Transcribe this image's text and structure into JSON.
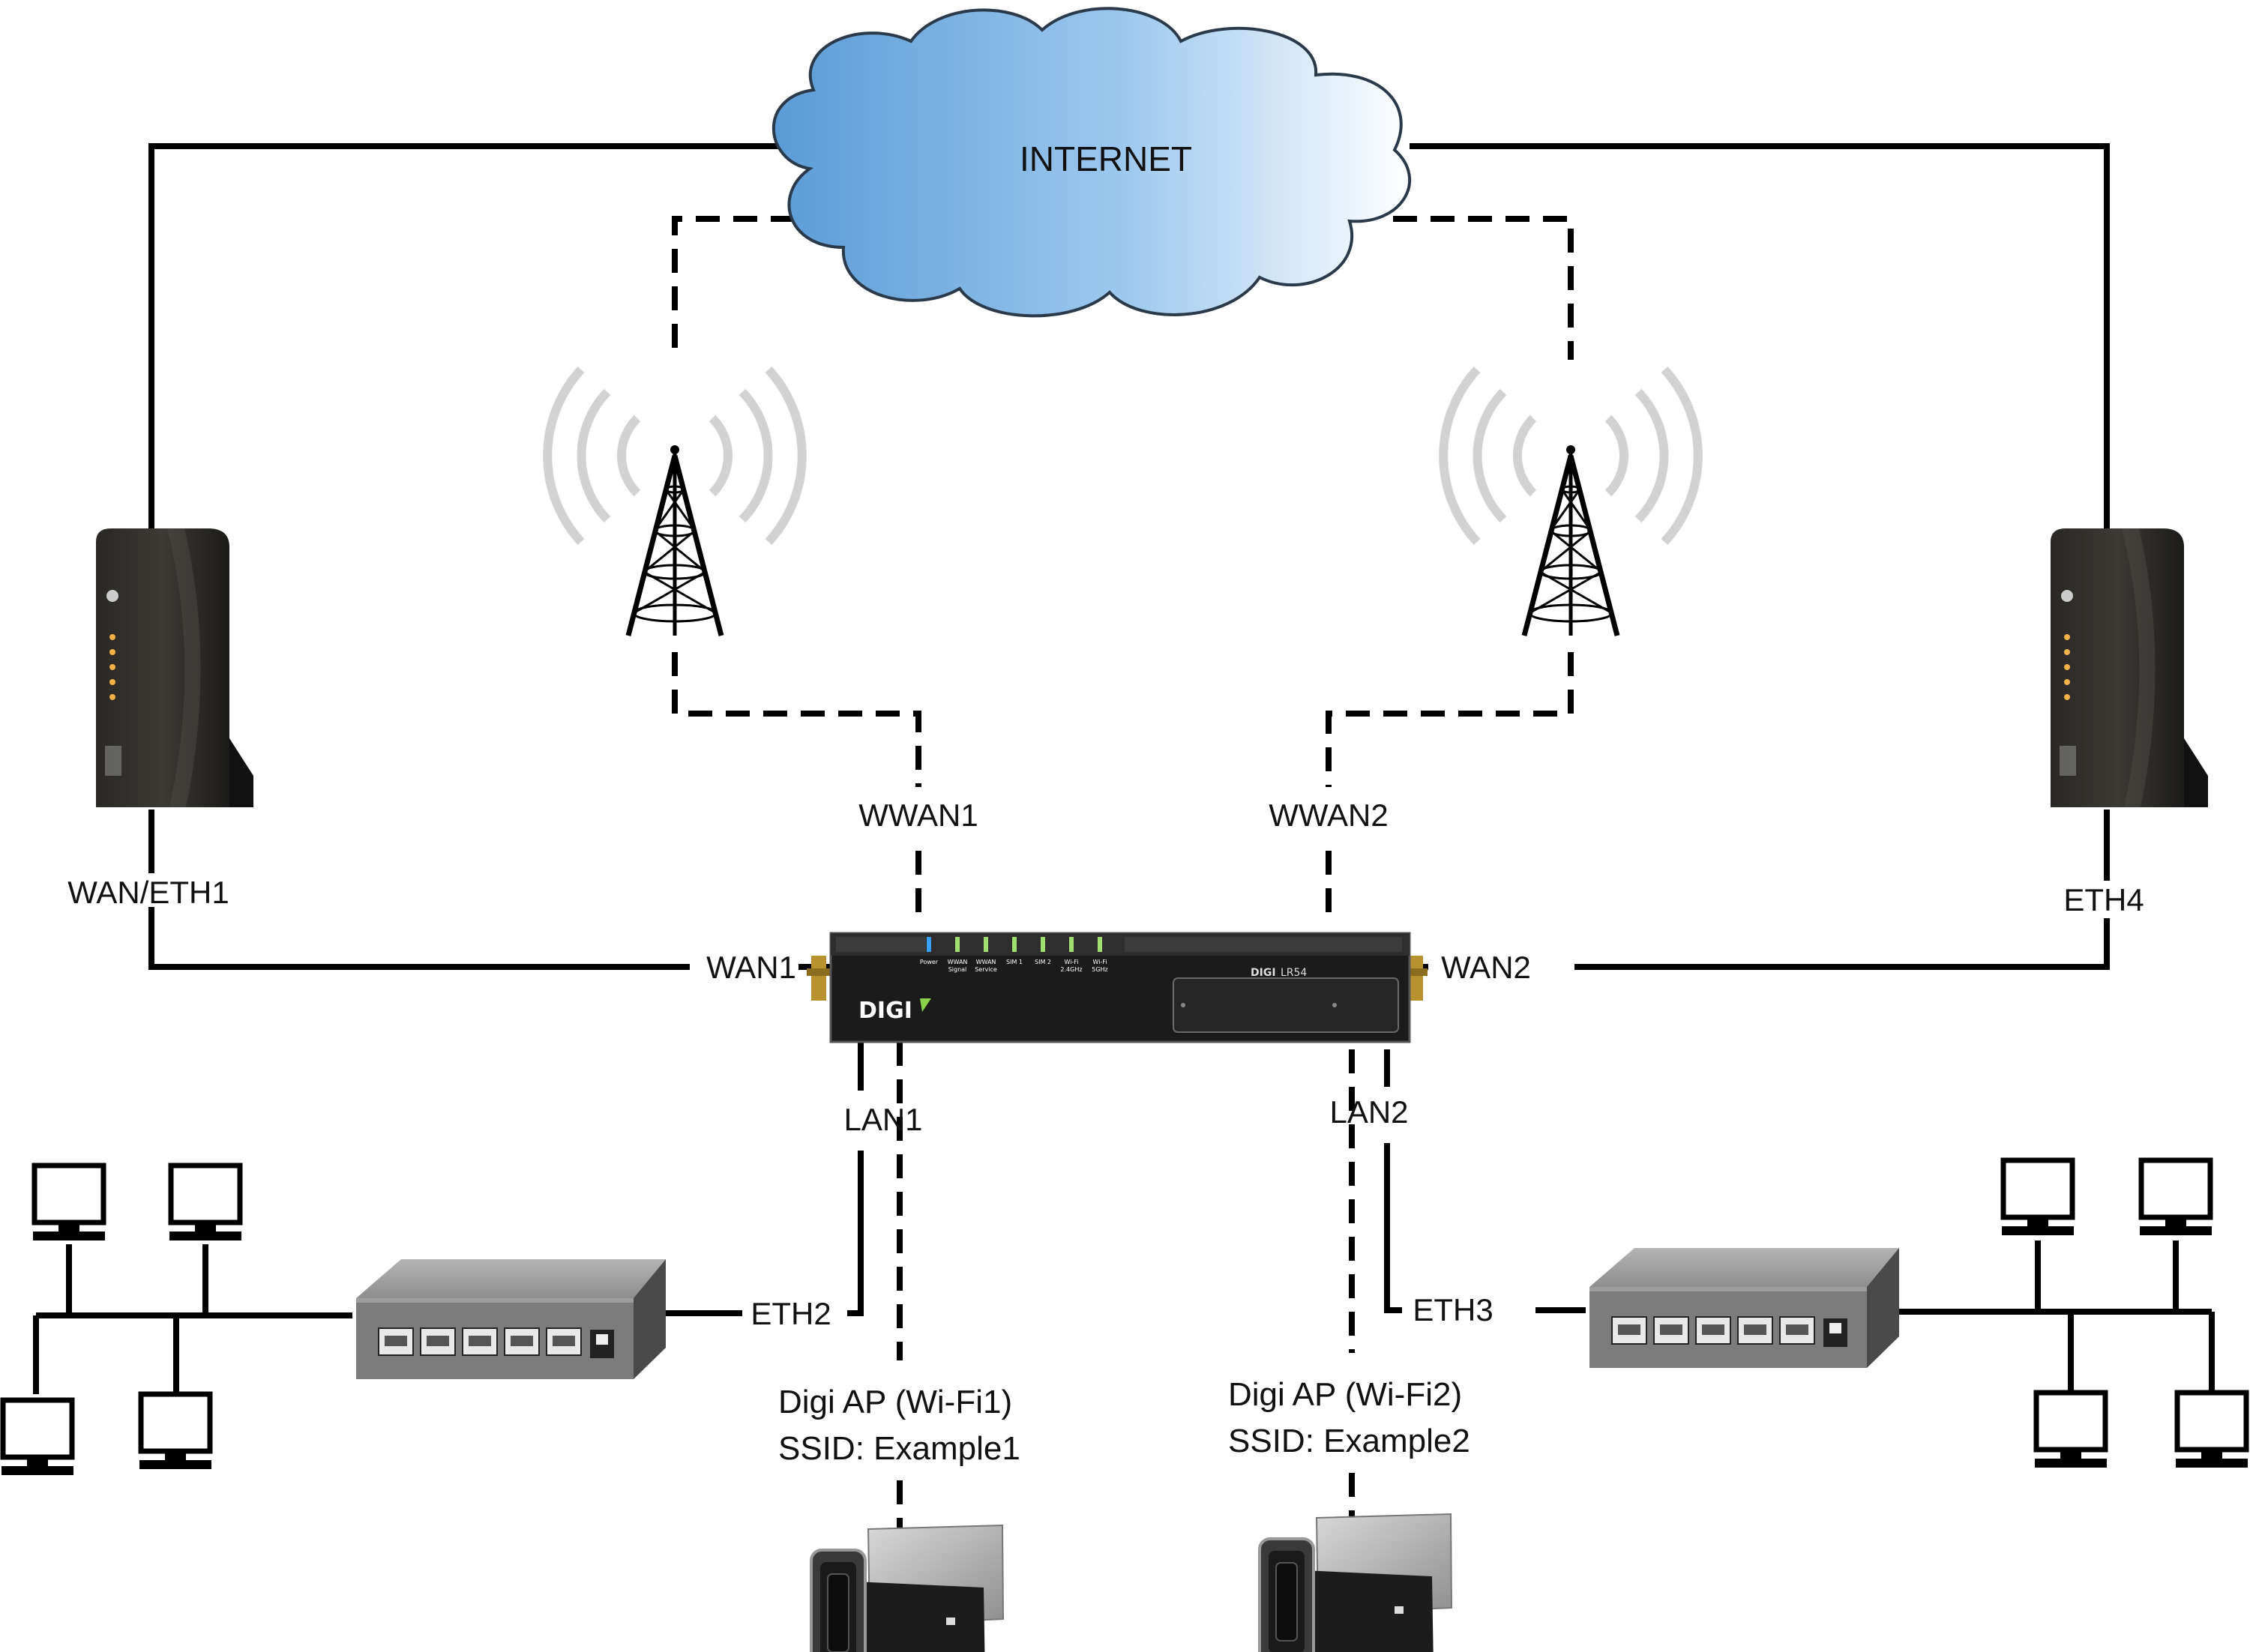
{
  "cloud": {
    "label": "INTERNET"
  },
  "labels": {
    "wan_eth1": "WAN/ETH1",
    "eth4": "ETH4",
    "wwan1": "WWAN1",
    "wwan2": "WWAN2",
    "wan1": "WAN1",
    "wan2": "WAN2",
    "lan1": "LAN1",
    "lan2": "LAN2",
    "eth2": "ETH2",
    "eth3": "ETH3"
  },
  "access_points": [
    {
      "line1": "Digi AP (Wi-Fi1)",
      "line2": "SSID: Example1"
    },
    {
      "line1": "Digi AP (Wi-Fi2)",
      "line2": "SSID: Example2"
    }
  ],
  "router": {
    "brand": "DIGI",
    "model_brand": "DIGI",
    "model": "LR54",
    "leds": [
      {
        "name": "Power",
        "sub": "",
        "color": "#3aa0ff"
      },
      {
        "name": "WWAN",
        "sub": "Signal",
        "color": "#9fe070"
      },
      {
        "name": "WWAN",
        "sub": "Service",
        "color": "#9fe070"
      },
      {
        "name": "SIM 1",
        "sub": "",
        "color": "#9fe070"
      },
      {
        "name": "SIM 2",
        "sub": "",
        "color": "#9fe070"
      },
      {
        "name": "Wi-Fi",
        "sub": "2.4GHz",
        "color": "#9fe070"
      },
      {
        "name": "Wi-Fi",
        "sub": "5GHz",
        "color": "#9fe070"
      }
    ]
  },
  "colors": {
    "cloud_left": "#5b9bd5",
    "cloud_right": "#ffffff",
    "switch": "#8a8a8a",
    "router": "#1a1a1a"
  }
}
